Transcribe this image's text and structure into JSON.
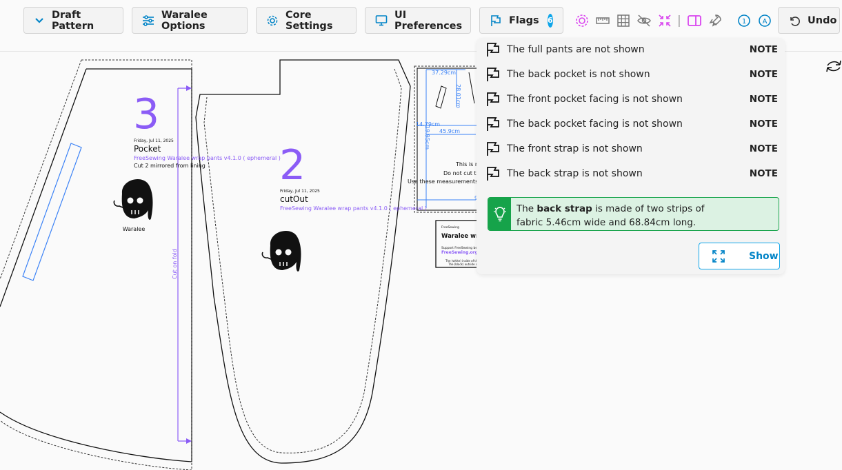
{
  "toolbar": {
    "draft_pattern": "Draft Pattern",
    "options": "Waralee Options",
    "core_settings": "Core Settings",
    "ui_preferences": "UI Preferences",
    "flags": "Flags",
    "flags_count": "6",
    "separator": "|",
    "undo": "Undo"
  },
  "flags_panel": {
    "items": [
      {
        "text": "The full pants are not shown",
        "type": "NOTE"
      },
      {
        "text": "The back pocket is not shown",
        "type": "NOTE"
      },
      {
        "text": "The front pocket facing is not shown",
        "type": "NOTE"
      },
      {
        "text": "The back pocket facing is not shown",
        "type": "NOTE"
      },
      {
        "text": "The front strap is not shown",
        "type": "NOTE"
      },
      {
        "text": "The back strap is not shown",
        "type": "NOTE"
      }
    ],
    "tip": {
      "prefix": "The ",
      "bold": "back strap",
      "line1_rest": " is made of two strips of",
      "line2": "fabric 5.46cm wide and 68.84cm long."
    },
    "show_label": "Show"
  },
  "pattern": {
    "pocket": {
      "number": "3",
      "date": "Friday, Jul 11, 2025",
      "name": "Pocket",
      "version": "FreeSewing Waralee wrap pants v4.1.0 ( ephemeral )",
      "cut": "Cut 2 mirrored from lining",
      "logo_label": "Waralee",
      "fold": "Cut on fold"
    },
    "cutout": {
      "number": "2",
      "date": "Friday, Jul 11, 2025",
      "name": "cutOut",
      "version": "FreeSewing Waralee wrap pants v4.1.0 ( ephemeral )"
    },
    "dims": {
      "d1": "37.29cm",
      "d2": "28.01cm",
      "d3": "14.79cm",
      "d4": "45.9cm",
      "d5": "19.95cm",
      "note1": "This is n",
      "note2": "Do not cut th",
      "note3": "Use these measurements",
      "partial": "9"
    },
    "title_block": {
      "brand": "FreeSewing",
      "title": "Waralee wra",
      "support": "Support FreeSewing becom",
      "link": "FreeSewing.org/p",
      "small1": "The (white) inside of this",
      "small2": "The (black) outside of t"
    }
  },
  "colors": {
    "accent_purple": "#8b5cf6",
    "dimension_blue": "#3b82f6",
    "badge": "#0ea5e9",
    "tip_green": "#16a34a"
  }
}
